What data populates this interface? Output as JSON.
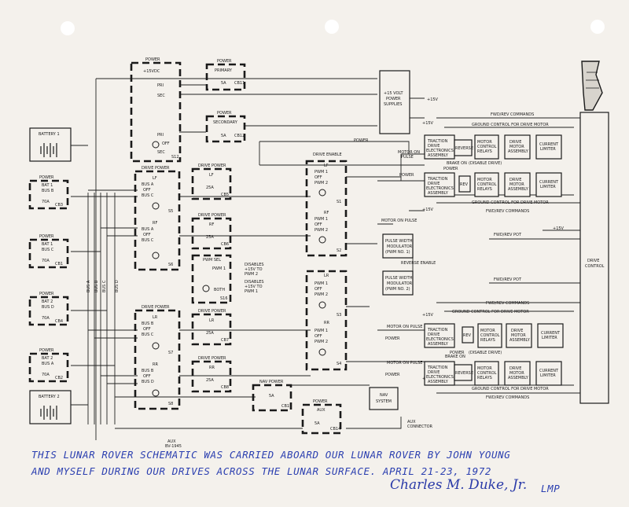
{
  "labels": {
    "power": "POWER",
    "power_plus15": "+15VDC",
    "pri": "PRI",
    "sec": "SEC",
    "off": "OFF",
    "s12": "S12",
    "primary": "PRIMARY",
    "secondary": "SECONDARY",
    "cb11": "CB11",
    "cb12": "CB12",
    "amp5": "5A",
    "supplies": [
      "+15 VOLT",
      "POWER",
      "SUPPLIES"
    ],
    "v15": "+15V",
    "battery1": "BATTERY 1",
    "battery2": "BATTERY 2",
    "bat1": "BAT 1",
    "bat2": "BAT 2",
    "bus_b": "BUS B",
    "bus_c": "BUS C",
    "bus_d": "BUS D",
    "bus_a": "BUS A",
    "amp70": "70A",
    "cb3": "CB3",
    "cb1": "CB1",
    "cb4": "CB4",
    "cb2": "CB2",
    "drive_power": "DRIVE POWER",
    "lf": "LF",
    "rf": "RF",
    "lr": "LR",
    "rr": "RR",
    "s5": "S5",
    "s6": "S6",
    "s7": "S7",
    "s8": "S8",
    "amp25": "25A",
    "cb5": "CB5",
    "cb6": "CB6",
    "cb7": "CB7",
    "cb8": "CB8",
    "pwm_sel": "PWM SEL",
    "both": "BOTH",
    "s16": "S16",
    "disables_7": [
      "DISABLES",
      "+15V TO",
      "PWM 2"
    ],
    "disables_8": [
      "DISABLES",
      "+15V TO",
      "PWM 1"
    ],
    "drive_enable": "DRIVE ENABLE",
    "pwm1": "PWM 1",
    "pwm2": "PWM 2",
    "s1": "S1",
    "s2": "S2",
    "s3": "S3",
    "s4": "S4",
    "pwm_mod_1": [
      "PULSE WIDTH",
      "MODULATOR",
      "(PWM NO. 1)"
    ],
    "pwm_mod_2": [
      "PULSE WIDTH",
      "MODULATOR",
      "(PWM NO. 2)"
    ],
    "reverse_enable": "REVERSE ENABLE",
    "fwd_rev_pot": "FWD/REV POT",
    "fwd_rev_commands": "FWD/REV COMMANDS",
    "ground_control": "GROUND CONTROL FOR DRIVE MOTOR",
    "motor_on_pulse": "MOTOR ON PULSE",
    "motor_on": "MOTOR ON",
    "pulse": "PULSE",
    "traction": [
      "TRACTION",
      "DRIVE",
      "ELECTRONICS",
      "ASSEMBLY"
    ],
    "reverse": "REVERSE",
    "rev": "REV",
    "motor_relays": [
      "MOTOR",
      "CONTROL",
      "RELAYS"
    ],
    "drive_motor": [
      "DRIVE",
      "MOTOR",
      "ASSEMBLY"
    ],
    "current_limiter": [
      "CURRENT",
      "LIMITER"
    ],
    "brake_on": "BRAKE ON",
    "disable_drive": "(DISABLE DRIVE)",
    "drive_control": [
      "DRIVE",
      "CONTROL"
    ],
    "nav_power": "NAV POWER",
    "cb15": "CB15",
    "nav_system": [
      "NAV",
      "SYSTEM"
    ],
    "aux": "AUX",
    "cb14": "CB14",
    "aux_connector": [
      "AUX",
      "CONNECTOR"
    ],
    "aux_inv": [
      "AUX",
      "BV-1945"
    ]
  },
  "inscription": {
    "line1": "THIS LUNAR ROVER SCHEMATIC WAS CARRIED ABOARD OUR LUNAR ROVER BY JOHN YOUNG",
    "line2": "AND MYSELF DURING OUR DRIVES ACROSS THE LUNAR SURFACE. APRIL 21-23, 1972",
    "signature": "Charles M. Duke, Jr.",
    "title": "LMP"
  },
  "colors": {
    "ink": "#1a1a1a",
    "paper": "#f4f1ec",
    "pen": "#2b3fb0"
  }
}
